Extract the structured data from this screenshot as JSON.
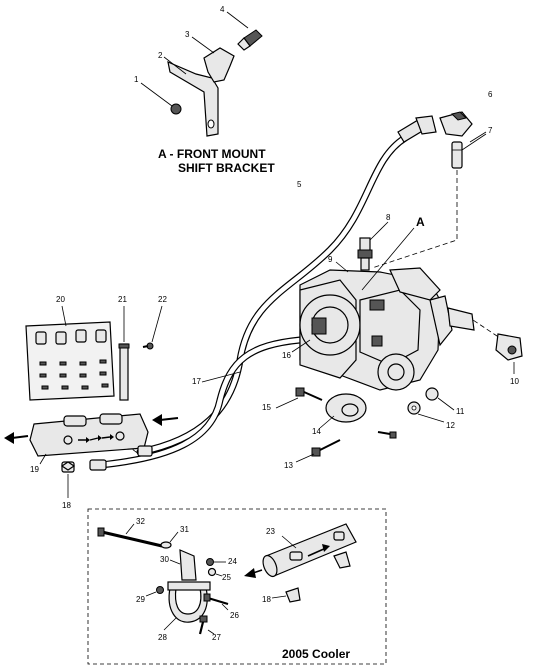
{
  "callouts": {
    "c1": "1",
    "c2": "2",
    "c3": "3",
    "c4": "4",
    "c5": "5",
    "c6": "6",
    "c7": "7",
    "c8": "8",
    "c9": "9",
    "c10": "10",
    "c11": "11",
    "c12": "12",
    "c13": "13",
    "c14": "14",
    "c15": "15",
    "c16": "16",
    "c17": "17",
    "c18": "18",
    "c19": "19",
    "c20": "20",
    "c21": "21",
    "c22": "22",
    "c23": "23",
    "c24": "24",
    "c25": "25",
    "c26": "26",
    "c27": "27",
    "c28": "28",
    "c29": "29",
    "c30": "30",
    "c31": "31",
    "c32": "32",
    "c18b": "18"
  },
  "labels": {
    "bracket_title_line1": "A - FRONT MOUNT",
    "bracket_title_line2": "SHIFT BRACKET",
    "view_marker": "A",
    "cooler_box_title": "2005 Cooler"
  }
}
